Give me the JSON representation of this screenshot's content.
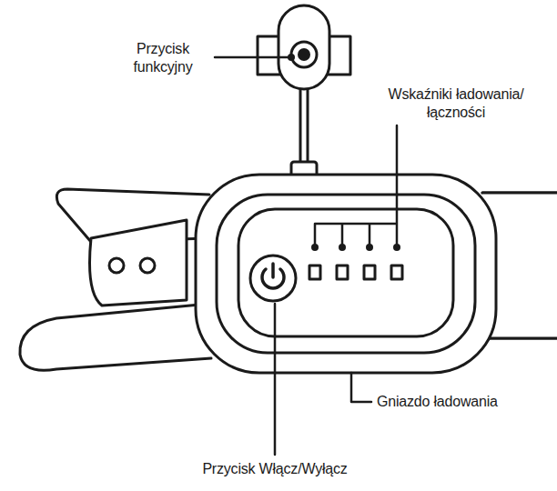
{
  "diagram": {
    "labels": [
      "Przycisk funkcyjny",
      "Wskaźniki ładowania/łączności",
      "Gniazdo ładowania",
      "Przycisk Włącz/Wyłącz"
    ]
  }
}
